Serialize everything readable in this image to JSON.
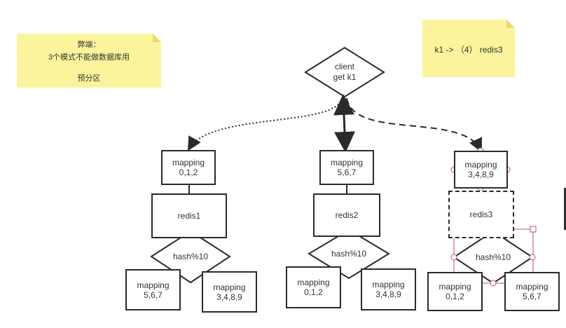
{
  "notes": {
    "left": {
      "title": "弊端：",
      "line1": "3个模式不能做数据库用",
      "line2": "预分区"
    },
    "right": {
      "text": "k1 ->  （4） redis3"
    }
  },
  "client": {
    "line1": "client",
    "line2": "get k1"
  },
  "groups": [
    {
      "top_mapping": {
        "title": "mapping",
        "values": "0,1,2"
      },
      "redis": "redis1",
      "hash": "hash%10",
      "bottom_left": {
        "title": "mapping",
        "values": "5,6,7"
      },
      "bottom_right": {
        "title": "mapping",
        "values": "3,4,8,9"
      }
    },
    {
      "top_mapping": {
        "title": "mapping",
        "values": "5,6,7"
      },
      "redis": "redis2",
      "hash": "hash%10",
      "bottom_left": {
        "title": "mapping",
        "values": "0,1,2"
      },
      "bottom_right": {
        "title": "mapping",
        "values": "3,4,8,9"
      }
    },
    {
      "top_mapping": {
        "title": "mapping",
        "values": "3,4,8,9"
      },
      "redis": "redis3",
      "hash": "hash%10",
      "bottom_left": {
        "title": "mapping",
        "values": "0,1,2"
      },
      "bottom_right": {
        "title": "mapping",
        "values": "5,6,7"
      }
    }
  ],
  "colors": {
    "stroke": "#2a2a2a",
    "note": "#fbf49c",
    "selection": "#c0506a"
  }
}
